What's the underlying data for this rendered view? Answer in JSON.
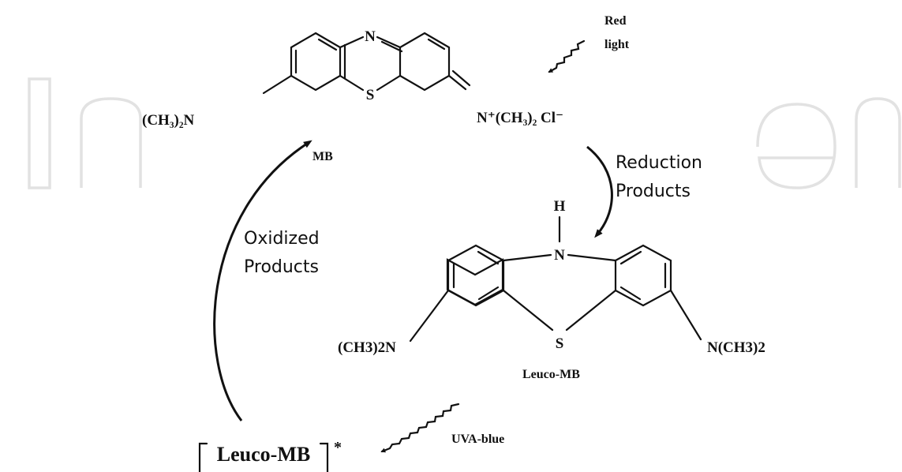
{
  "watermark": "IntechOpen",
  "mb": {
    "left_group": "(CH₃)₂N",
    "right_group": "N⁺(CH₃)₂ Cl⁻",
    "n_atom": "N",
    "s_atom": "S",
    "caption": "MB"
  },
  "leuco": {
    "h_atom": "H",
    "n_atom": "N",
    "s_atom": "S",
    "left_group": "(CH3)2N",
    "right_group": "N(CH3)2",
    "caption": "Leuco-MB"
  },
  "excited": {
    "label": "Leuco-MB",
    "star": "*"
  },
  "labels": {
    "red_light_line1": "Red",
    "red_light_line2": "light",
    "reduction_line1": "Reduction",
    "reduction_line2": "Products",
    "oxidized_line1": "Oxidized",
    "oxidized_line2": "Products",
    "uva": "UVA-blue"
  }
}
